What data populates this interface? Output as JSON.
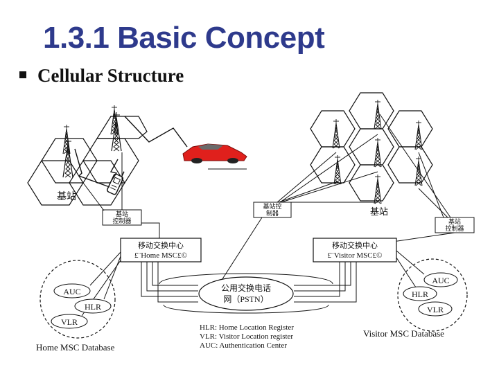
{
  "slide": {
    "title": "1.3.1 Basic Concept",
    "bullet": "Cellular Structure"
  },
  "diagram": {
    "left_base_station_label": "基站",
    "left_bsc_label_line1": "基站",
    "left_bsc_label_line2": "控制器",
    "right_base_station_label": "基站",
    "right_bsc_label_line1": "基站控",
    "right_bsc_label_line2": "制器",
    "far_right_bsc_label_line1": "基站",
    "far_right_bsc_label_line2": "控制器",
    "home_msc_line1": "移动交换中心",
    "home_msc_line2": "£¨Home  MSC£©",
    "visitor_msc_line1": "移动交换中心",
    "visitor_msc_line2": "£¨Visitor MSC£©",
    "pstn_line1": "公用交换电话",
    "pstn_line2": "网（PSTN）",
    "home_db": {
      "auc": "AUC",
      "hlr": "HLR",
      "vlr": "VLR",
      "caption": "Home MSC Database"
    },
    "visitor_db": {
      "auc": "AUC",
      "hlr": "HLR",
      "vlr": "VLR",
      "caption": "Visitor MSC Database"
    },
    "legend": [
      "HLR: Home Location Register",
      "VLR: Visitor Location register",
      "AUC: Authentication Center"
    ]
  },
  "colors": {
    "title": "#2e3a8c",
    "car": "#e0201c",
    "line": "#111111"
  }
}
